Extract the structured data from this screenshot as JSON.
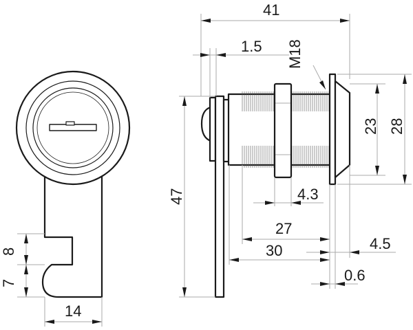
{
  "dimensions": {
    "overall_length": "41",
    "plate_gap": "1.5",
    "thread": "M18",
    "bezel_inner": "23",
    "bezel_outer": "28",
    "cam_length": "47",
    "nut_width": "4.3",
    "thread_length": "27",
    "body_length": "30",
    "bezel_depth": "4.5",
    "flange_thickness": "0.6",
    "cam_notch_height": "8",
    "cam_tip_height": "7",
    "cam_width": "14"
  },
  "colors": {
    "outline": "#1a1a1a",
    "dimension_line": "#aaaaaa"
  }
}
